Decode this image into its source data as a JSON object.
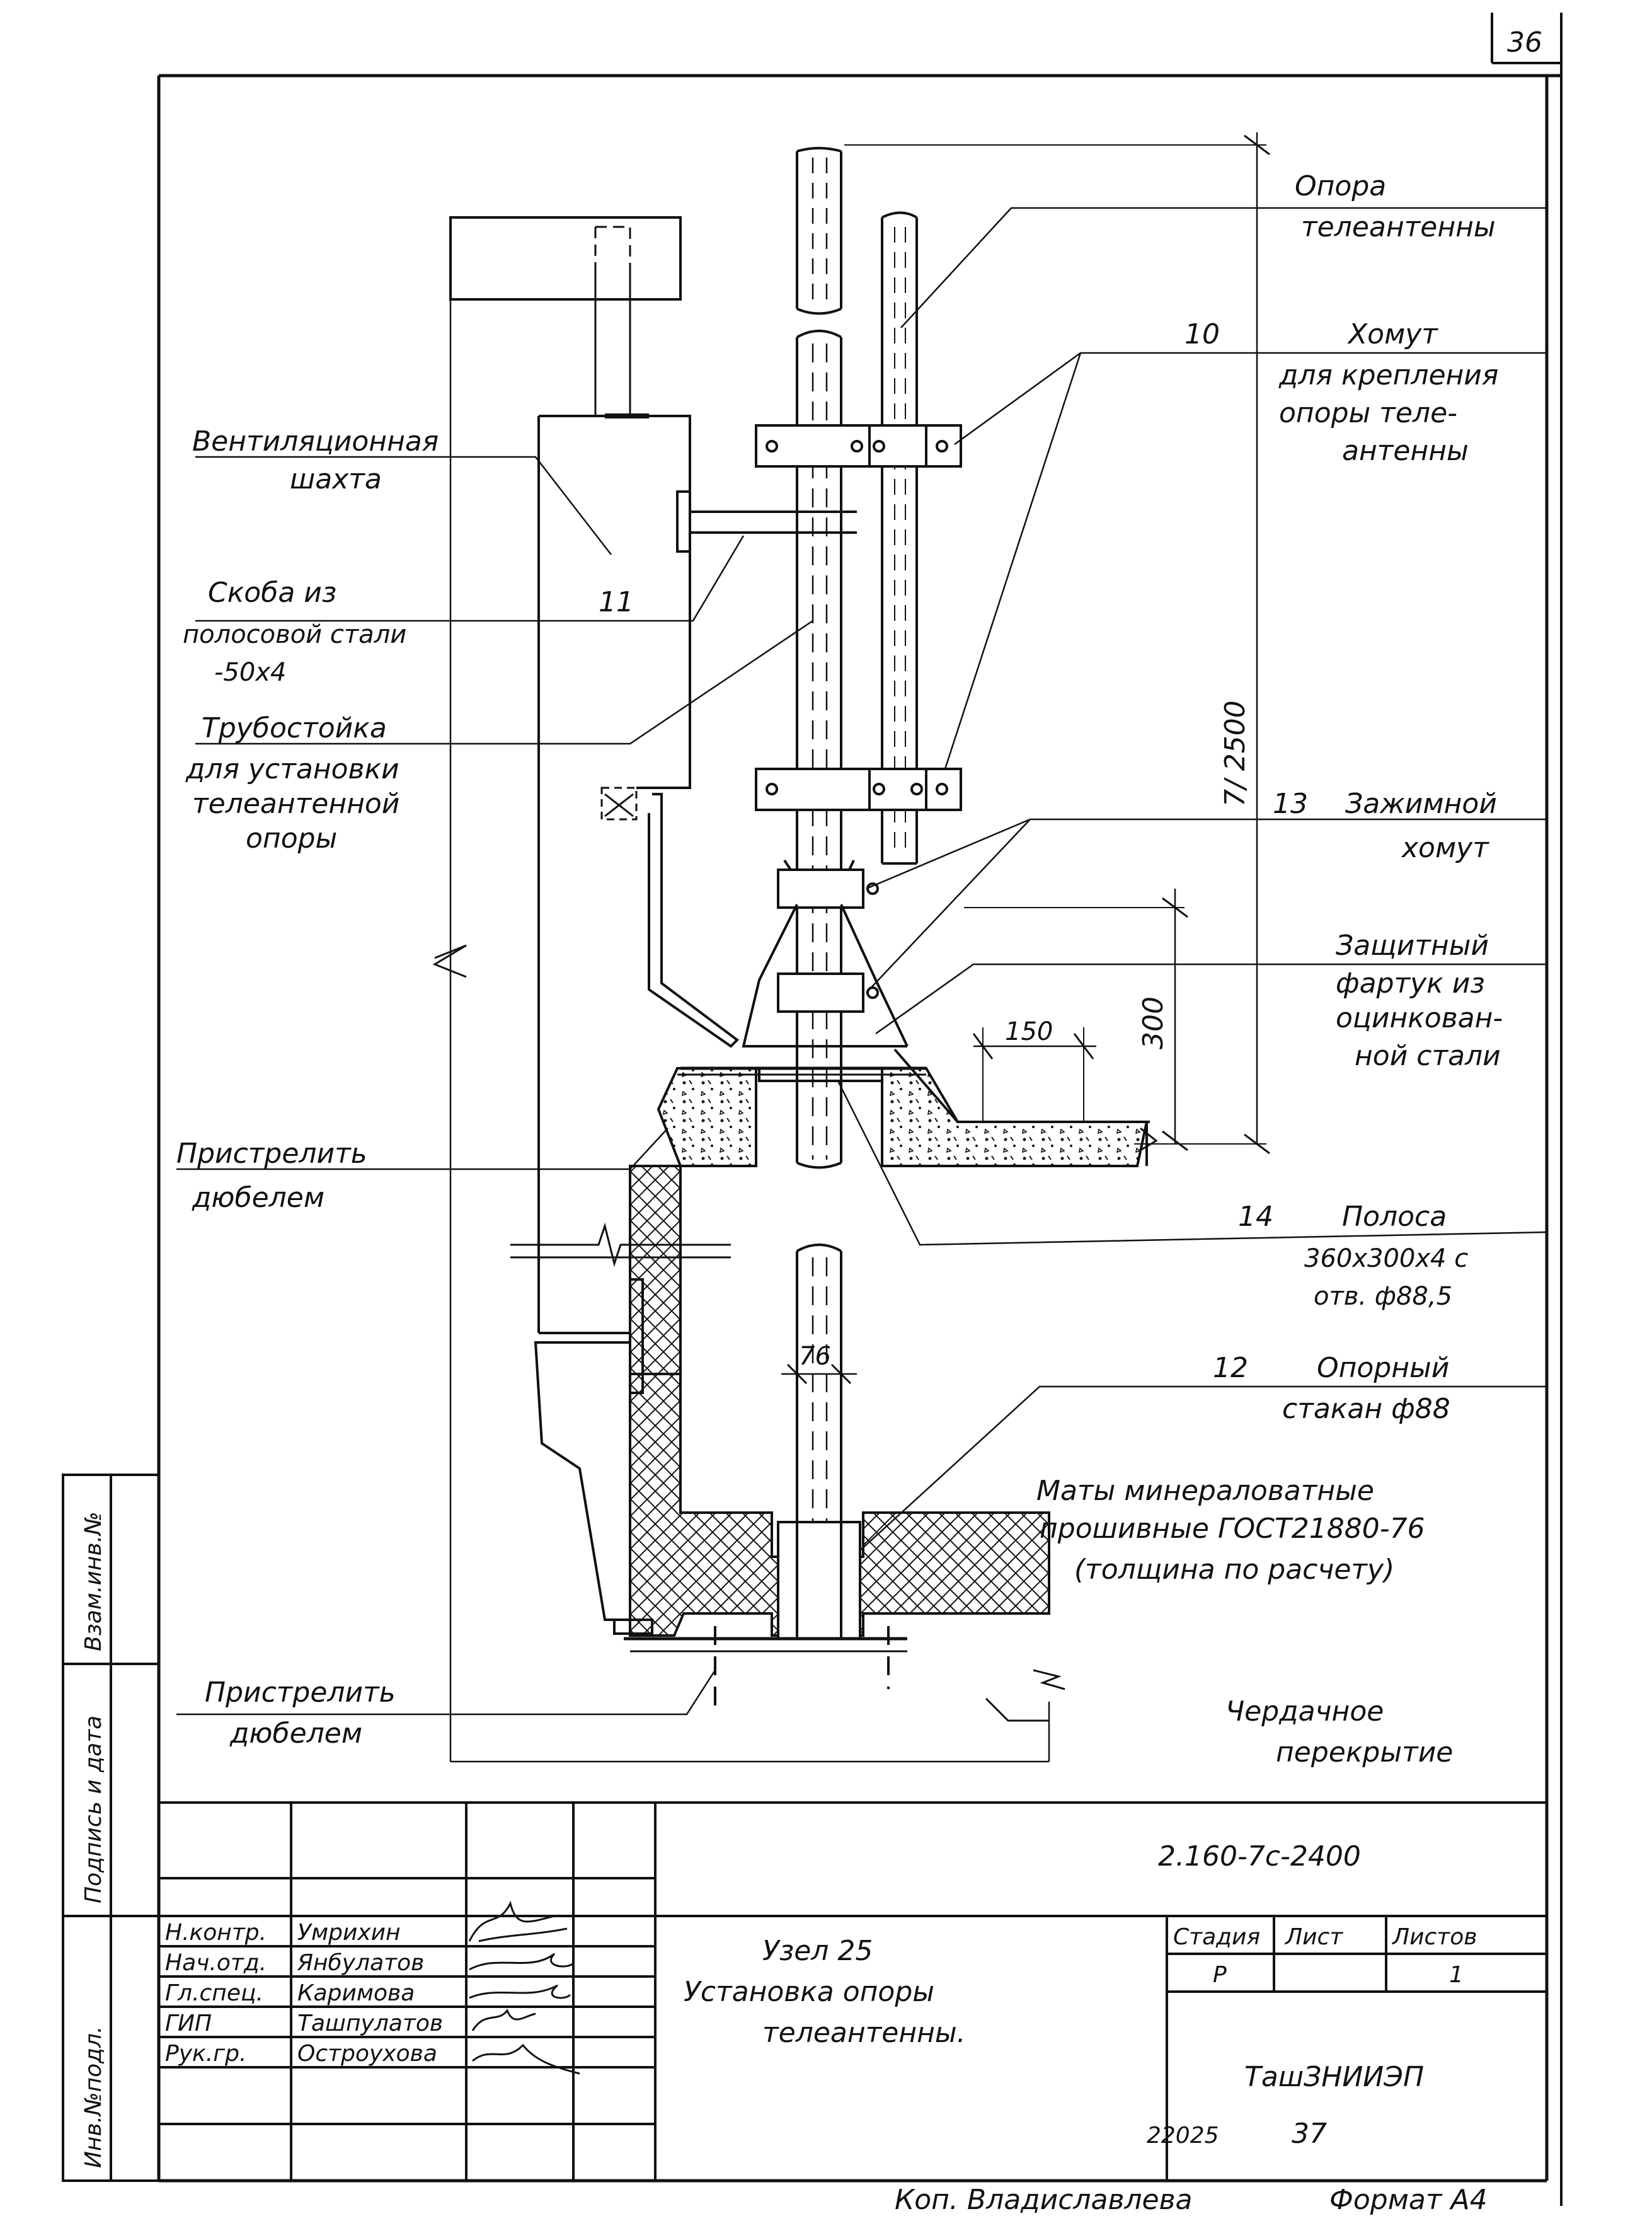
{
  "sheet": {
    "page_number": "36",
    "document_code": "2.160-7с-2400",
    "title_line1": "Узел 25",
    "title_line2": "Установка опоры",
    "title_line3": "телеантенны.",
    "organization": "ТашЗНИИЭП",
    "stage_header": "Стадия",
    "sheet_header": "Лист",
    "sheets_header": "Листов",
    "stage_value": "Р",
    "sheet_value": "",
    "sheets_value": "1",
    "order_number": "22025",
    "order_suffix": "37",
    "copier": "Коп. Владиславлева",
    "format": "Формат А4"
  },
  "side_stamp": {
    "inv_orig": "Инв.№подл.",
    "signature_date": "Подпись и дата",
    "replace_inv": "Взам.инв.№"
  },
  "signatures": [
    {
      "role": "Н.контр.",
      "name": "Умрихин"
    },
    {
      "role": "Нач.отд.",
      "name": "Янбулатов"
    },
    {
      "role": "Гл.спец.",
      "name": "Каримова"
    },
    {
      "role": "ГИП",
      "name": "Ташпулатов"
    },
    {
      "role": "Рук.гр.",
      "name": "Остроухова"
    }
  ],
  "labels": {
    "opora_1": "Опора",
    "opora_2": "телеантенны",
    "pos10": "10",
    "khomut_1": "Хомут",
    "khomut_2": "для крепления",
    "khomut_3": "опоры теле-",
    "khomut_4": "антенны",
    "vent_1": "Вентиляционная",
    "vent_2": "шахта",
    "skoba_1": "Скоба из",
    "skoba_2": "полосовой стали",
    "skoba_3": "-50х4",
    "pos11": "11",
    "truba_1": "Трубостойка",
    "truba_2": "для установки",
    "truba_3": "телеантенной",
    "truba_4": "опоры",
    "pos13": "13",
    "zazh_1": "Зажимной",
    "zazh_2": "хомут",
    "zash_1": "Защитный",
    "zash_2": "фартук из",
    "zash_3": "оцинкован-",
    "zash_4": "ной стали",
    "prist1_1": "Пристрелить",
    "prist1_2": "дюбелем",
    "pos14": "14",
    "polosa_1": "Полоса",
    "polosa_2": "360х300х4 с",
    "polosa_3": "отв. ф88,5",
    "pos12": "12",
    "stakan_1": "Опорный",
    "stakan_2": "стакан ф88",
    "maty_1": "Маты минераловатные",
    "maty_2": "прошивные ГОСТ21880-76",
    "maty_3": "(толщина по расчету)",
    "prist2_1": "Пристрелить",
    "prist2_2": "дюбелем",
    "perek_1": "Чердачное",
    "perek_2": "перекрытие"
  },
  "dimensions": {
    "height_total": "7/ 2500",
    "apron_height": "300",
    "apron_width": "150",
    "pipe_diameter": "76"
  }
}
